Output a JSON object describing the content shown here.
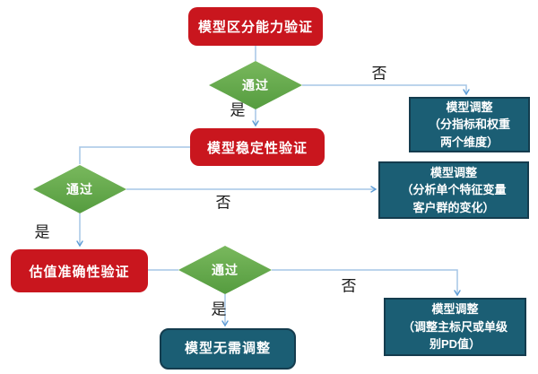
{
  "colors": {
    "red": "#c9161e",
    "green-light": "#79b85d",
    "green": "#559c3f",
    "teal": "#1b5e74",
    "teal-border": "#143c4e",
    "line": "#a5c5e6",
    "arrow": "#5b9bd5",
    "label": "#1a1a1a"
  },
  "nodes": {
    "validate_discrimination": {
      "label": "模型区分能力验证"
    },
    "decision_discrimination": {
      "label": "通过"
    },
    "adjust_discrimination": {
      "label": "模型调整\n（分指标和权重\n两个维度）"
    },
    "validate_stability": {
      "label": "模型稳定性验证"
    },
    "decision_stability": {
      "label": "通过"
    },
    "adjust_stability": {
      "label": "模型调整\n（分析单个特征变量\n客户群的变化）"
    },
    "validate_accuracy": {
      "label": "估值准确性验证"
    },
    "decision_accuracy": {
      "label": "通过"
    },
    "adjust_accuracy": {
      "label": "模型调整\n（调整主标尺或单级\n别PD值）"
    },
    "no_adjustment": {
      "label": "模型无需调整"
    }
  },
  "edge_labels": {
    "yes": "是",
    "no": "否"
  }
}
